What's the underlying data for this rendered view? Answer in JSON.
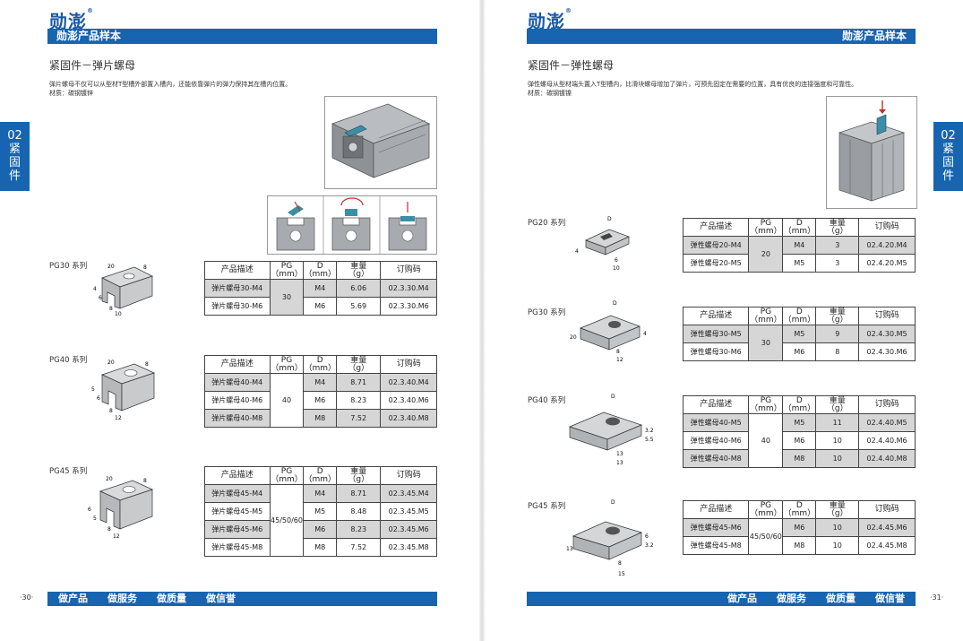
{
  "brand": {
    "logo_text": "勋澎",
    "registered": "®",
    "accent": "#1764b0"
  },
  "header": {
    "catalog_title": "勋澎产品样本"
  },
  "left": {
    "section_title": "紧固件－弹片螺母",
    "desc_line1": "弹片螺母不仅可以从型材T型槽外部置入槽内，还能依靠弹片的弹力保持其在槽内位置。",
    "desc_line2": "材质：碳钢镀锌",
    "tab": {
      "num": "02",
      "c1": "紧",
      "c2": "固",
      "c3": "件"
    },
    "page_number": "·30·",
    "footer": [
      "做产品",
      "做服务",
      "做质量",
      "做信誉"
    ],
    "headers": [
      "产品描述",
      "PG\n（mm）",
      "D\n（mm）",
      "重量\n（g）",
      "订购码"
    ],
    "pg30": {
      "series": "PG30 系列",
      "pg": "30",
      "rows": [
        [
          "弹片螺母30-M4",
          "M4",
          "6.06",
          "02.3.30.M4"
        ],
        [
          "弹片螺母30-M6",
          "M6",
          "5.69",
          "02.3.30.M6"
        ]
      ],
      "dims": [
        "20",
        "8",
        "4",
        "6",
        "8",
        "10"
      ]
    },
    "pg40": {
      "series": "PG40 系列",
      "pg": "40",
      "rows": [
        [
          "弹片螺母40-M4",
          "M4",
          "8.71",
          "02.3.40.M4"
        ],
        [
          "弹片螺母40-M6",
          "M6",
          "8.23",
          "02.3.40.M6"
        ],
        [
          "弹片螺母40-M8",
          "M8",
          "7.52",
          "02.3.40.M8"
        ]
      ],
      "dims": [
        "20",
        "8",
        "5",
        "6",
        "8",
        "12"
      ]
    },
    "pg45": {
      "series": "PG45 系列",
      "pg": "45/50/60",
      "rows": [
        [
          "弹片螺母45-M4",
          "M4",
          "8.71",
          "02.3.45.M4"
        ],
        [
          "弹片螺母45-M5",
          "M5",
          "8.48",
          "02.3.45.M5"
        ],
        [
          "弹片螺母45-M6",
          "M6",
          "8.23",
          "02.3.45.M6"
        ],
        [
          "弹片螺母45-M8",
          "M8",
          "7.52",
          "02.3.45.M8"
        ]
      ],
      "dims": [
        "20",
        "8",
        "6",
        "5",
        "8",
        "12"
      ]
    }
  },
  "right": {
    "section_title": "紧固件－弹性螺母",
    "desc_line1": "弹性螺母从型材端头置入T型槽内，比滑块螺母增加了弹片，可预先固定在需要的位置，具有优良的连接强度和可靠性。",
    "desc_line2": "材质：碳钢镀镍",
    "tab": {
      "num": "02",
      "c1": "紧",
      "c2": "固",
      "c3": "件"
    },
    "page_number": "·31·",
    "footer": [
      "做产品",
      "做服务",
      "做质量",
      "做信誉"
    ],
    "headers": [
      "产品描述",
      "PG\n（mm）",
      "D\n（mm）",
      "重量\n（g）",
      "订购码"
    ],
    "pg20": {
      "series": "PG20 系列",
      "pg": "20",
      "rows": [
        [
          "弹性螺母20-M4",
          "M4",
          "3",
          "02.4.20.M4"
        ],
        [
          "弹性螺母20-M5",
          "M5",
          "3",
          "02.4.20.M5"
        ]
      ],
      "dims": [
        "D",
        "4",
        "6",
        "10"
      ]
    },
    "pg30": {
      "series": "PG30 系列",
      "pg": "30",
      "rows": [
        [
          "弹性螺母30-M5",
          "M5",
          "9",
          "02.4.30.M5"
        ],
        [
          "弹性螺母30-M6",
          "M6",
          "8",
          "02.4.30.M6"
        ]
      ],
      "dims": [
        "D",
        "20",
        "8",
        "12",
        "4"
      ]
    },
    "pg40": {
      "series": "PG40 系列",
      "pg": "40",
      "rows": [
        [
          "弹性螺母40-M5",
          "M5",
          "11",
          "02.4.40.M5"
        ],
        [
          "弹性螺母40-M6",
          "M6",
          "10",
          "02.4.40.M6"
        ],
        [
          "弹性螺母40-M8",
          "M8",
          "10",
          "02.4.40.M8"
        ]
      ],
      "dims": [
        "D",
        "13",
        "13",
        "3.2",
        "5.5"
      ]
    },
    "pg45": {
      "series": "PG45 系列",
      "pg": "45/50/60",
      "rows": [
        [
          "弹性螺母45-M6",
          "M6",
          "10",
          "02.4.45.M6"
        ],
        [
          "弹性螺母45-M8",
          "M8",
          "10",
          "02.4.45.M8"
        ]
      ],
      "dims": [
        "D",
        "8",
        "15",
        "13",
        "3.2",
        "6"
      ]
    }
  }
}
